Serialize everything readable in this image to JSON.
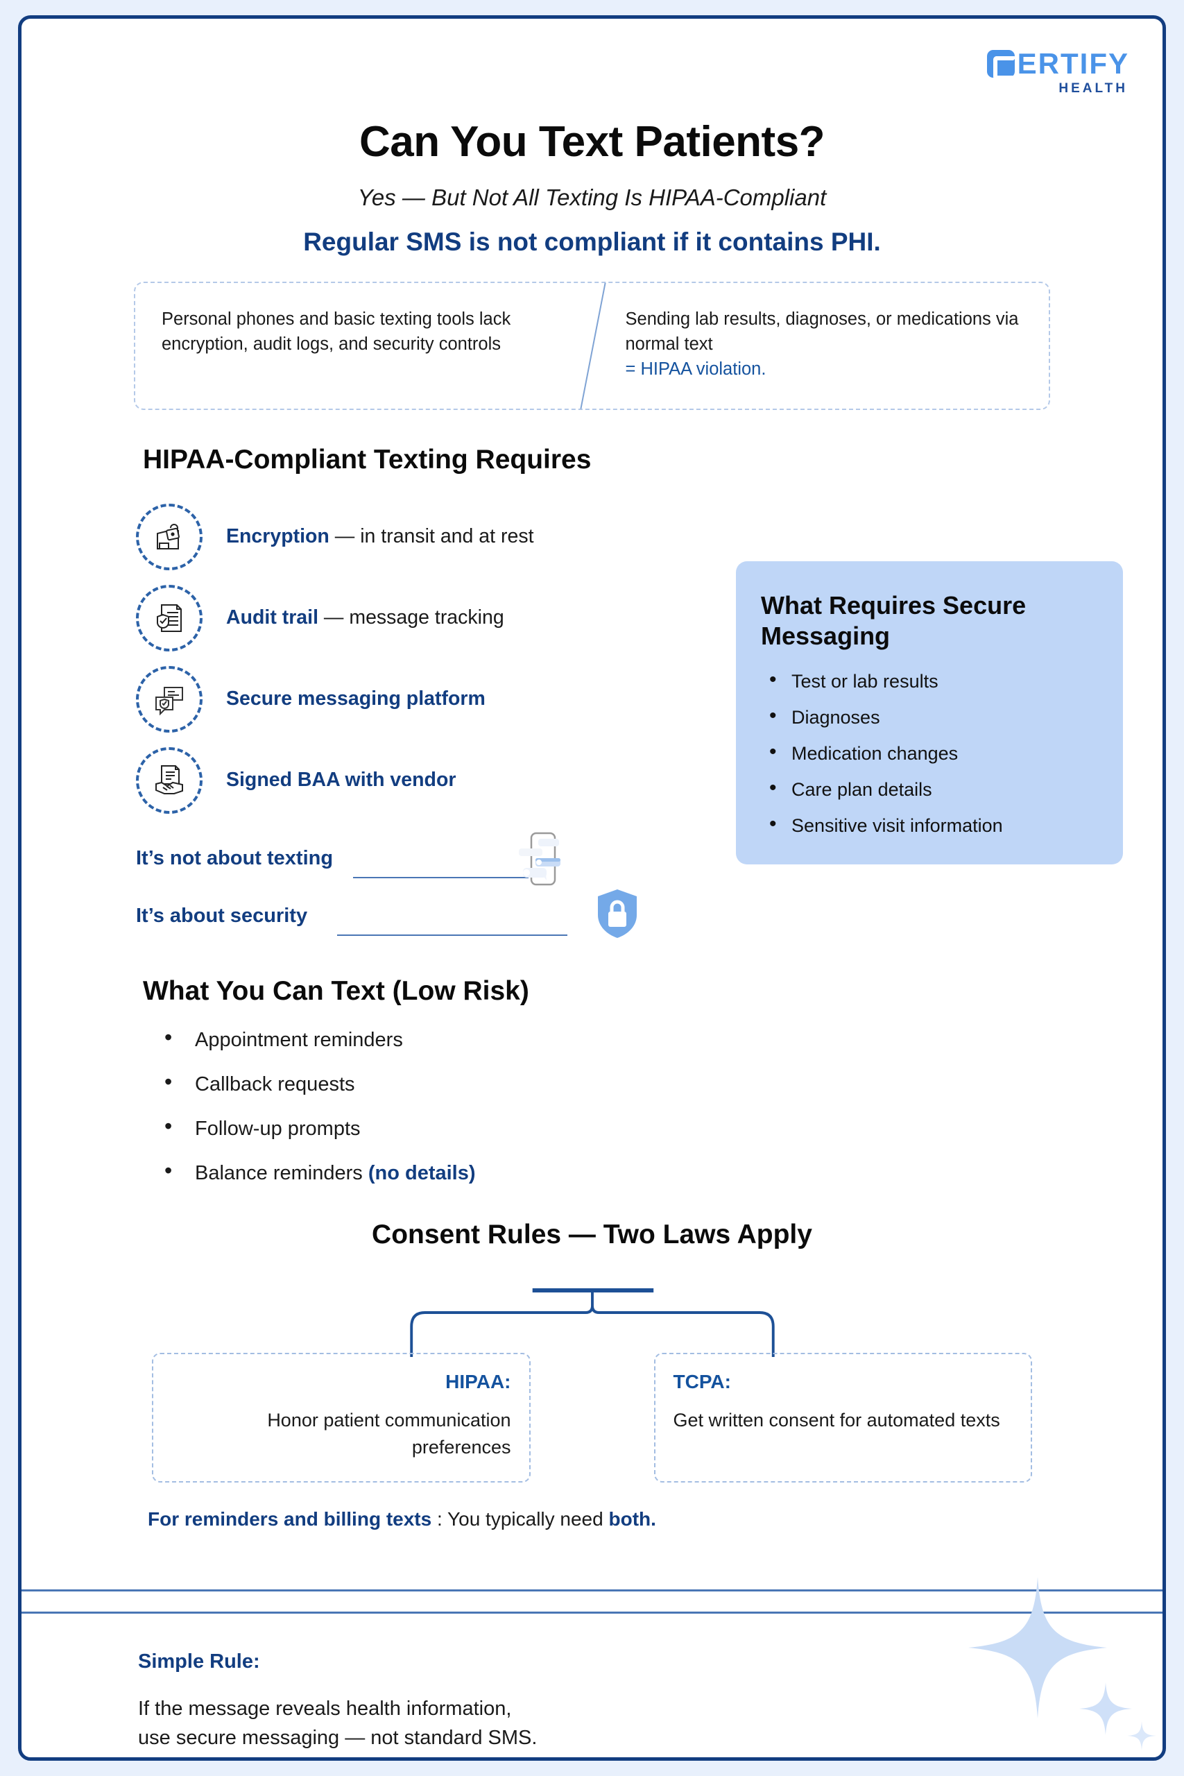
{
  "brand": {
    "logo_word": "ERTIFY",
    "logo_sub": "HEALTH",
    "accent_light": "#4a93e8",
    "accent_dark": "#123d80",
    "panel_blue": "#bfd6f7",
    "page_bg": "#e8f0fc"
  },
  "header": {
    "title": "Can You Text Patients?",
    "subtitle": "Yes — But Not All Texting Is HIPAA-Compliant",
    "alert": "Regular SMS is not compliant if it contains PHI."
  },
  "top_box": {
    "left": "Personal phones and basic texting tools lack encryption, audit logs, and security controls",
    "right_main": "Sending lab results, diagnoses, or medications via normal text",
    "right_accent": "= HIPAA violation."
  },
  "requirements": {
    "heading": "HIPAA-Compliant Texting Requires",
    "items": [
      {
        "icon": "lock-document-icon",
        "bold": "Encryption",
        "rest": " — in transit and at rest"
      },
      {
        "icon": "audit-document-shield-icon",
        "bold": "Audit trail",
        "rest": " — message tracking"
      },
      {
        "icon": "secure-chat-shield-icon",
        "bold": "Secure messaging platform",
        "rest": ""
      },
      {
        "icon": "handshake-contract-icon",
        "bold": "Signed BAA with vendor",
        "rest": ""
      }
    ]
  },
  "secure_panel": {
    "heading": "What Requires Secure Messaging",
    "items": [
      "Test or lab results",
      "Diagnoses",
      "Medication changes",
      "Care plan details",
      "Sensitive visit information"
    ]
  },
  "slogans": {
    "first": "It’s not about texting",
    "second": "It’s about security"
  },
  "low_risk": {
    "heading": "What You Can Text (Low Risk)",
    "items": [
      {
        "text": "Appointment reminders",
        "accent": ""
      },
      {
        "text": "Callback requests",
        "accent": ""
      },
      {
        "text": "Follow-up prompts",
        "accent": ""
      },
      {
        "text": "Balance reminders ",
        "accent": "(no details)"
      }
    ]
  },
  "consent": {
    "heading": "Consent Rules — Two Laws Apply",
    "left": {
      "label": "HIPAA:",
      "body": "Honor patient communication preferences"
    },
    "right": {
      "label": "TCPA:",
      "body": "Get written consent for automated texts"
    },
    "note_bold_a": "For reminders and billing texts",
    "note_mid": " : You typically need ",
    "note_bold_b": "both."
  },
  "footer": {
    "label": "Simple Rule:",
    "line1": "If the message reveals health information,",
    "line2": "use secure messaging — not standard SMS."
  }
}
